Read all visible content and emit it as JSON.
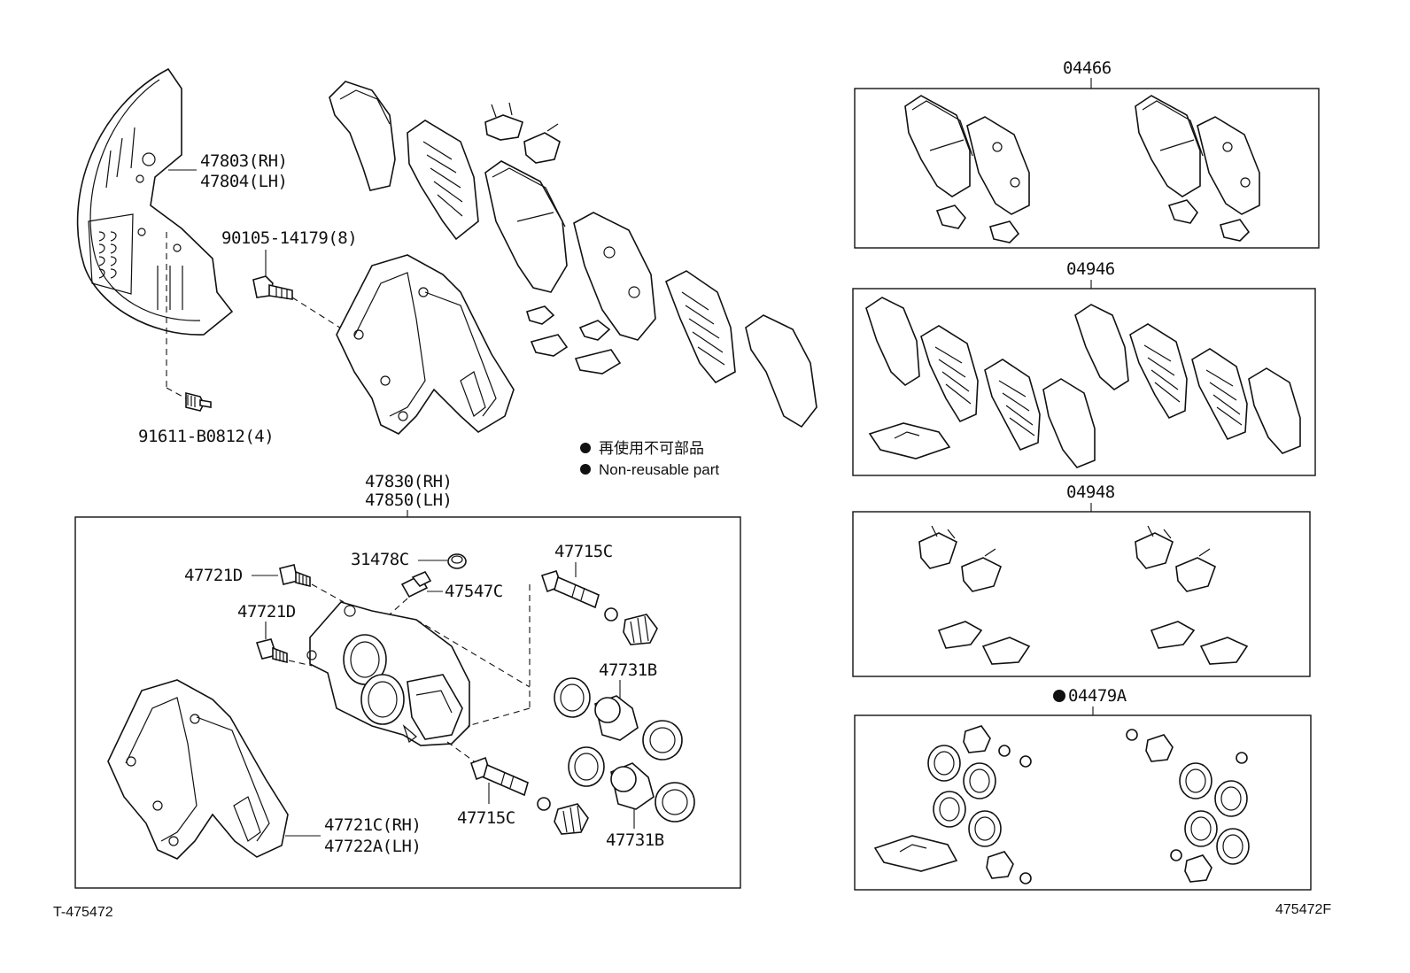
{
  "labels": {
    "dust_cover": [
      "47803(RH)",
      "47804(LH)"
    ],
    "bolt_upper": "90105-14179(8)",
    "bolt_lower": "91611-B0812(4)",
    "caliper_assy": [
      "47830(RH)",
      "47850(LH)"
    ],
    "bolt_47721d_a": "47721D",
    "bolt_47721d_b": "47721D",
    "cap_31478c": "31478C",
    "bleeder_47547c": "47547C",
    "pin_47715c_top": "47715C",
    "pin_47715c_bottom": "47715C",
    "piston_47731b_top": "47731B",
    "piston_47731b_bottom": "47731B",
    "mounting": [
      "47721C(RH)",
      "47722A(LH)"
    ],
    "kit_04466": "04466",
    "kit_04946": "04946",
    "kit_04948": "04948",
    "kit_04479a": "04479A"
  },
  "legend": {
    "line_jp": "再使用不可部品",
    "line_en": "Non-reusable part"
  },
  "footer": {
    "left": "T-475472",
    "right": "475472F"
  }
}
